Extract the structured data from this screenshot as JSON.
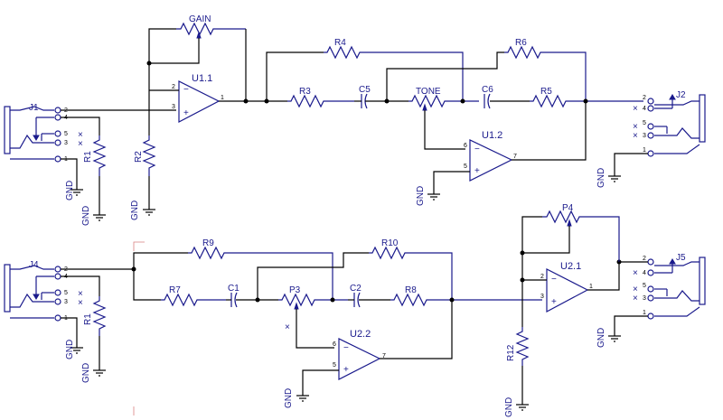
{
  "labels": {
    "gain": "GAIN",
    "u1_1": "U1.1",
    "j1": "J1",
    "r1_top": "R1",
    "r2": "R2",
    "r4": "R4",
    "r6": "R6",
    "r3": "R3",
    "c5": "C5",
    "tone": "TONE",
    "c6": "C6",
    "r5": "R5",
    "j2": "J2",
    "u1_2": "U1.2",
    "j4": "J4",
    "r1_bot": "R1",
    "r9": "R9",
    "r10": "R10",
    "r7": "R7",
    "c1": "C1",
    "p3": "P3",
    "c2": "C2",
    "r8": "R8",
    "u2_2": "U2.2",
    "p4": "P4",
    "u2_1": "U2.1",
    "j5": "J5",
    "r12": "R12",
    "gnd": "GND"
  },
  "pins": {
    "n1": "1",
    "n2": "2",
    "n3": "3",
    "n4": "4",
    "n5": "5",
    "n6": "6",
    "n7": "7",
    "minus": "−",
    "plus": "+",
    "x": "×"
  }
}
